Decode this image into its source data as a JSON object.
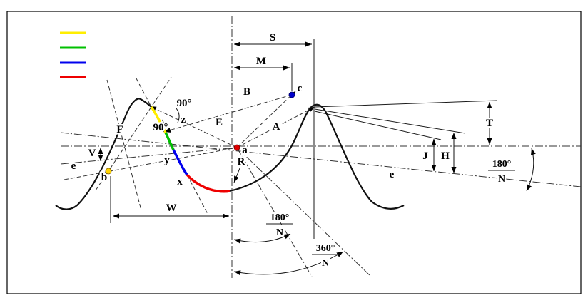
{
  "colors": {
    "yellow": "#ffee00",
    "green": "#00c000",
    "blue": "#0000ee",
    "red": "#ee0000",
    "point_a": "#dd0000",
    "point_b": "#ffd400",
    "point_c": "#0000cc"
  },
  "legend": {
    "swatches": [
      "yellow",
      "green",
      "blue",
      "red"
    ]
  },
  "labels": {
    "S": "S",
    "M": "M",
    "B": "B",
    "E": "E",
    "A": "A",
    "T": "T",
    "F": "F",
    "V": "V",
    "W": "W",
    "R": "R",
    "J": "J",
    "H": "H",
    "angle90_top": "90°",
    "angle90_bottom": "90°"
  },
  "points": {
    "a": "a",
    "b": "b",
    "c": "c",
    "e_left": "e",
    "e_right": "e",
    "x": "x",
    "y": "y",
    "z": "z"
  },
  "fractions": {
    "right_half_pitch": {
      "num": "180°",
      "den": "N"
    },
    "bottom_half_pitch": {
      "num": "180°",
      "den": "N"
    },
    "bottom_full_pitch": {
      "num": "360°",
      "den": "N"
    }
  }
}
